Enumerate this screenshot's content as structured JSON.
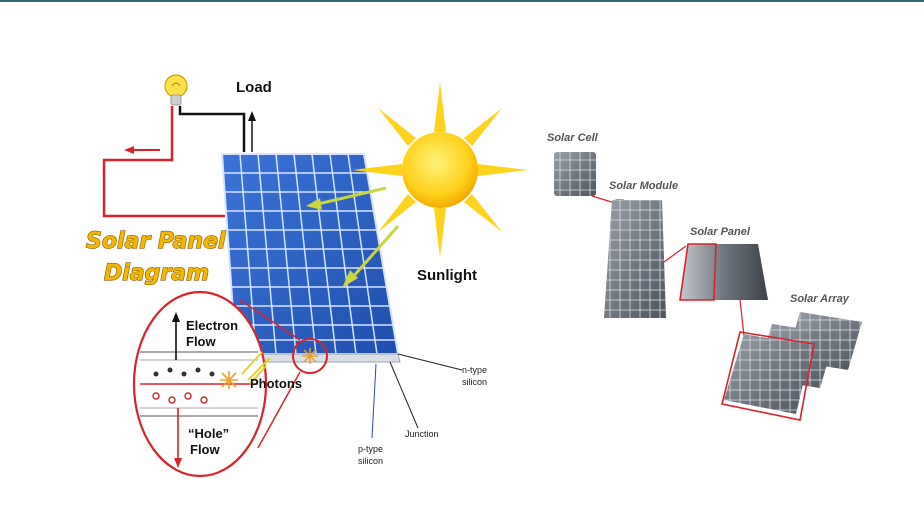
{
  "left_diagram": {
    "title_line1": "Solar Panel",
    "title_line2": "Diagram",
    "load": "Load",
    "sunlight": "Sunlight",
    "electron_flow_line1": "Electron",
    "electron_flow_line2": "Flow",
    "photons": "Photons",
    "hole_flow_line1": "“Hole”",
    "hole_flow_line2": "Flow",
    "n_type_line1": "n-type",
    "n_type_line2": "silicon",
    "junction": "Junction",
    "p_type_line1": "p-type",
    "p_type_line2": "silicon"
  },
  "right_diagram": {
    "solar_cell": "Solar Cell",
    "solar_module": "Solar Module",
    "solar_panel": "Solar Panel",
    "solar_array": "Solar Array"
  },
  "colors": {
    "panel_blue": "#2f64c8",
    "wire_red": "#d8232a",
    "sun_yellow": "#ffd21c",
    "title_gold": "#f2b705"
  }
}
